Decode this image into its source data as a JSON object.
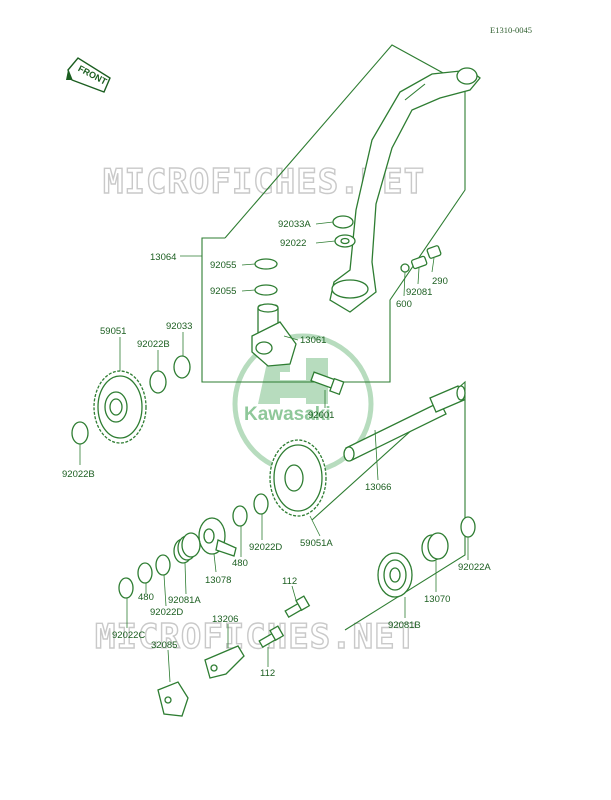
{
  "diagram": {
    "code": "E1310-0045",
    "front_label": "FRONT",
    "watermark": "MICROFICHES.NET",
    "logo_text": "Kawasaki",
    "parts": [
      {
        "id": "p1",
        "label": "92033A"
      },
      {
        "id": "p2",
        "label": "92022"
      },
      {
        "id": "p3",
        "label": "13064"
      },
      {
        "id": "p4",
        "label": "92055"
      },
      {
        "id": "p5",
        "label": "92055"
      },
      {
        "id": "p6",
        "label": "290"
      },
      {
        "id": "p7",
        "label": "92081"
      },
      {
        "id": "p8",
        "label": "600"
      },
      {
        "id": "p9",
        "label": "13061"
      },
      {
        "id": "p10",
        "label": "59051"
      },
      {
        "id": "p11",
        "label": "92033"
      },
      {
        "id": "p12",
        "label": "92022B"
      },
      {
        "id": "p13",
        "label": "92022B"
      },
      {
        "id": "p14",
        "label": "92001"
      },
      {
        "id": "p15",
        "label": "13066"
      },
      {
        "id": "p16",
        "label": "92022D"
      },
      {
        "id": "p17",
        "label": "59051A"
      },
      {
        "id": "p18",
        "label": "480"
      },
      {
        "id": "p19",
        "label": "13078"
      },
      {
        "id": "p20",
        "label": "92081A"
      },
      {
        "id": "p21",
        "label": "480"
      },
      {
        "id": "p22",
        "label": "92022D"
      },
      {
        "id": "p23",
        "label": "92022C"
      },
      {
        "id": "p24",
        "label": "92022A"
      },
      {
        "id": "p25",
        "label": "13070"
      },
      {
        "id": "p26",
        "label": "92081B"
      },
      {
        "id": "p27",
        "label": "112"
      },
      {
        "id": "p28",
        "label": "13206"
      },
      {
        "id": "p29",
        "label": "112"
      },
      {
        "id": "p30",
        "label": "32085"
      }
    ]
  }
}
